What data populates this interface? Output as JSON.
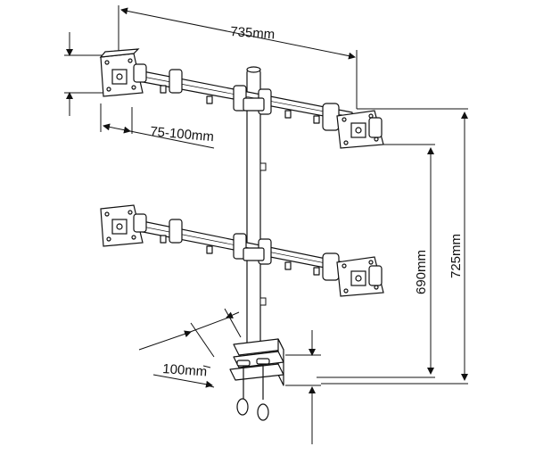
{
  "dimensions": {
    "total_width": "735mm",
    "vesa_range": "75-100mm",
    "pole_height_inner": "690mm",
    "pole_height_total": "725mm",
    "clamp_depth": "100mm"
  },
  "colors": {
    "line": "#111111",
    "arm_fill": "#ffffff",
    "shade": "#d8d8d8"
  }
}
